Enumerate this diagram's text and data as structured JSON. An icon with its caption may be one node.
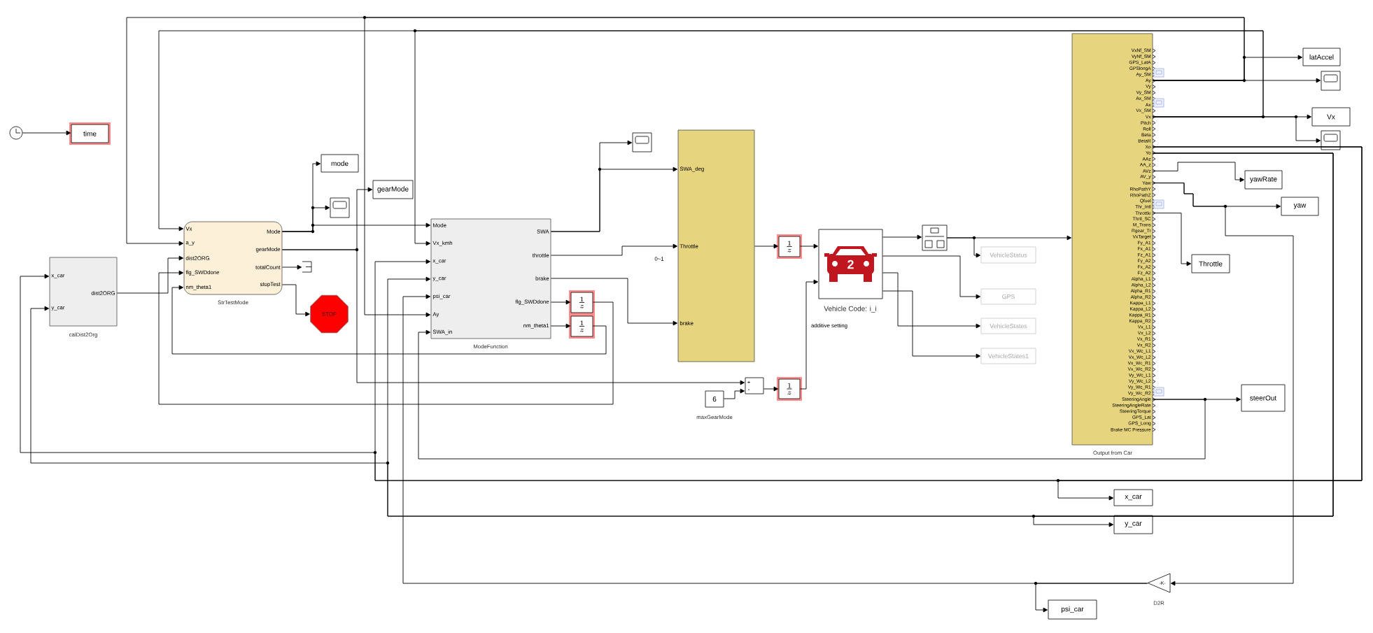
{
  "diagram": {
    "nodes": [
      {
        "text": [],
        "shape": "circle"
      },
      {
        "text": [
          "time"
        ]
      },
      {
        "text": [
          "x_car",
          "y_car",
          "dist2ORG"
        ],
        "beside": [
          "calDist2Org"
        ]
      },
      {
        "text": [
          "Vx",
          "a_y",
          "dist2ORG",
          "flg_SWDdone",
          "nm_theta1",
          "Mode",
          "gearMode",
          "totalCount",
          "stopTest"
        ],
        "beside": [
          "StrTestMode"
        ]
      },
      {
        "text": [
          "mode"
        ]
      },
      {
        "text": [],
        "shape": "box"
      },
      {
        "text": [],
        "shape": "box"
      },
      {
        "text": [
          "STOP"
        ]
      },
      {
        "text": [
          "gearMode"
        ]
      },
      {
        "text": [
          "Mode",
          "Vx_kmh",
          "x_car",
          "y_car",
          "psi_car",
          "Ay",
          "SWA_in",
          "SWA",
          "throttle",
          "brake",
          "flg_SWDdone",
          "nm_theta1"
        ],
        "beside": [
          "ModeFunction"
        ]
      },
      {
        "text": [],
        "shape": "box"
      },
      {
        "text": [
          "SWA_deg",
          "Throttle",
          "brake"
        ]
      },
      {
        "text": [
          "\\frac{1}{z}"
        ]
      },
      {
        "text": [
          "\\frac{1}{z}"
        ]
      },
      {
        "text": [
          "\\frac{1}{z}"
        ]
      },
      {
        "text": [
          "+",
          "-"
        ]
      },
      {
        "text": [
          "6"
        ],
        "beside": [
          "maxGearMode"
        ]
      },
      {
        "text": [
          "\\frac{1}{z}"
        ]
      },
      {
        "text": [
          "2"
        ],
        "beside": [
          "Vehicle Code: i_i"
        ]
      },
      {
        "text": [],
        "shape": "box"
      },
      {
        "text": [
          "VehicleStatus"
        ]
      },
      {
        "text": [
          "GPS"
        ]
      },
      {
        "text": [
          "VehicleStates"
        ]
      },
      {
        "text": [
          "VehicleStates1"
        ]
      },
      {
        "text": [
          "VxNf_SM",
          "VyNf_SM",
          "GPS_LatA",
          "GPSlongA",
          "Ay_SM",
          "Ay",
          "Vy",
          "Vy_SM",
          "Ax_SM",
          "Ax",
          "Vx_SM",
          "Vx",
          "Pitch",
          "Roll",
          "Beta",
          "BetaR",
          "Xo",
          "Yo",
          "AAz",
          "AA_z",
          "AVz",
          "AV_y",
          "Yaw",
          "RhoPathY",
          "RhoPathZ",
          "Qfuel",
          "Thr_Intl",
          "Throttle",
          "Thrtl_SC",
          "M_Trans",
          "Rgear_Tr",
          "VxTarget",
          "Fy_A1",
          "Fx_A1",
          "Fz_A1",
          "Fy_A2",
          "Fx_A2",
          "Fz_A2",
          "Alpha_L1",
          "Alpha_L2",
          "Alpha_R1",
          "Alpha_R2",
          "Kappa_L1",
          "Kappa_L2",
          "Kappa_R1",
          "Kappa_R2",
          "Vx_L1",
          "Vx_L2",
          "Vx_R1",
          "Vx_R2",
          "Vx_Wc_L1",
          "Vx_Wc_L2",
          "Vx_Wc_R1",
          "Vx_Wc_R2",
          "Vy_Wc_L1",
          "Vy_Wc_L2",
          "Vy_Wc_R1",
          "Vy_Wc_R2",
          "SteeringAngle",
          "SteeringAngleRate",
          "SteeringTorque",
          "GPS_Lat",
          "GPS_Long",
          "Brake MC Pressure"
        ],
        "beside": [
          "Output from Car"
        ]
      },
      {
        "text": [
          "latAccel"
        ]
      },
      {
        "text": [],
        "shape": "box"
      },
      {
        "text": [
          "Vx"
        ]
      },
      {
        "text": [],
        "shape": "box"
      },
      {
        "text": [
          "yawRate"
        ]
      },
      {
        "text": [
          "yaw"
        ]
      },
      {
        "text": [
          "Throttle"
        ]
      },
      {
        "text": [
          "steerOut"
        ]
      },
      {
        "text": [
          "x_car"
        ]
      },
      {
        "text": [
          "y_car"
        ]
      },
      {
        "text": [
          "-K-"
        ],
        "beside": [
          "D2R"
        ]
      },
      {
        "text": [
          "psi_car"
        ]
      }
    ],
    "edges": [
      {
        "from": 0,
        "to": 1,
        "arrow": "to"
      },
      {
        "from": 2,
        "to": 3,
        "arrow": "to"
      },
      {
        "from": 3,
        "to": 4,
        "arrow": "to"
      },
      {
        "from": 3,
        "to": 5,
        "arrow": "to"
      },
      {
        "from": 3,
        "to": 9,
        "arrow": "to"
      },
      {
        "from": 3,
        "to": 8,
        "arrow": "to"
      },
      {
        "from": 3,
        "to": 15,
        "arrow": "to"
      },
      {
        "from": 3,
        "to": 6,
        "arrow": "to"
      },
      {
        "from": 3,
        "to": 7,
        "arrow": "to"
      },
      {
        "from": 9,
        "to": 10,
        "arrow": "to"
      },
      {
        "from": 9,
        "to": 11,
        "arrow": "to"
      },
      {
        "from": 9,
        "to": 11,
        "arrow": "to",
        "label": "0~1"
      },
      {
        "from": 9,
        "to": 11,
        "arrow": "to"
      },
      {
        "from": 9,
        "to": 12,
        "arrow": "to"
      },
      {
        "from": 9,
        "to": 13,
        "arrow": "to"
      },
      {
        "from": 12,
        "to": 3,
        "arrow": "to"
      },
      {
        "from": 13,
        "to": 3,
        "arrow": "to"
      },
      {
        "from": 24,
        "to": 3,
        "arrow": "to"
      },
      {
        "from": 24,
        "to": 9,
        "arrow": "to"
      },
      {
        "from": 24,
        "to": 3,
        "arrow": "to"
      },
      {
        "from": 24,
        "to": 9,
        "arrow": "to"
      },
      {
        "from": 24,
        "to": 25,
        "arrow": "to"
      },
      {
        "from": 24,
        "to": 26,
        "arrow": "to"
      },
      {
        "from": 24,
        "to": 27,
        "arrow": "to"
      },
      {
        "from": 24,
        "to": 28,
        "arrow": "to"
      },
      {
        "from": 24,
        "to": 29,
        "arrow": "to"
      },
      {
        "from": 24,
        "to": 30,
        "arrow": "to"
      },
      {
        "from": 24,
        "to": 31,
        "arrow": "to"
      },
      {
        "from": 24,
        "to": 35,
        "arrow": "to"
      },
      {
        "from": 35,
        "to": 36,
        "arrow": "to"
      },
      {
        "from": 35,
        "to": 9,
        "arrow": "to"
      },
      {
        "from": 24,
        "to": 33,
        "arrow": "to"
      },
      {
        "from": 24,
        "to": 9,
        "arrow": "to"
      },
      {
        "from": 24,
        "to": 2,
        "arrow": "to"
      },
      {
        "from": 24,
        "to": 34,
        "arrow": "to"
      },
      {
        "from": 24,
        "to": 9,
        "arrow": "to"
      },
      {
        "from": 24,
        "to": 2,
        "arrow": "to"
      },
      {
        "from": 24,
        "to": 32,
        "arrow": "to"
      },
      {
        "from": 24,
        "to": 9,
        "arrow": "to"
      },
      {
        "from": 11,
        "to": 14,
        "arrow": "to"
      },
      {
        "from": 14,
        "to": 18,
        "arrow": "to"
      },
      {
        "from": 16,
        "to": 15,
        "arrow": "to"
      },
      {
        "from": 15,
        "to": 17,
        "arrow": "to"
      },
      {
        "from": 17,
        "to": 18,
        "arrow": "to"
      },
      {
        "from": 18,
        "to": 19,
        "arrow": "to"
      },
      {
        "from": 19,
        "to": 24,
        "arrow": "to"
      },
      {
        "from": 19,
        "to": 20,
        "arrow": "to"
      },
      {
        "from": 18,
        "to": 21,
        "arrow": "to"
      },
      {
        "from": 18,
        "to": 22,
        "arrow": "to"
      },
      {
        "from": 18,
        "to": 23,
        "arrow": "to"
      }
    ],
    "labels": [
      "additive setting"
    ]
  }
}
